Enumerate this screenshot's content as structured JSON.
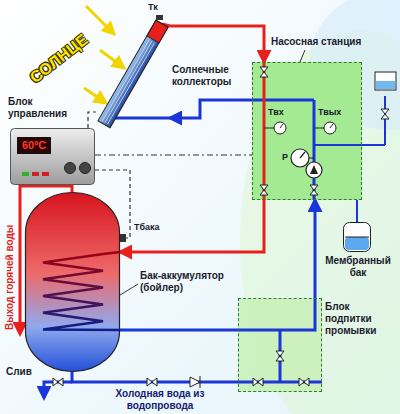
{
  "diagram": {
    "nodes": [
      {
        "text": [
          "Солнечные коллекторы"
        ]
      },
      {
        "text": [
          "Блок управления",
          "60ºC"
        ]
      },
      {
        "text": [
          "Насосная станция"
        ]
      },
      {
        "text": [
          "Бак-аккумулятор (бойлер)"
        ]
      },
      {
        "text": [
          "Мембранный бак"
        ]
      },
      {
        "text": [
          "Блок подпитки промывки"
        ]
      }
    ],
    "edges": [
      {
        "from": 0,
        "to": 2,
        "arrow": "to"
      },
      {
        "from": 2,
        "to": 0,
        "arrow": "to"
      },
      {
        "from": 2,
        "to": 3,
        "arrow": "to"
      },
      {
        "from": 3,
        "to": 5,
        "arrow": "none"
      },
      {
        "from": 5,
        "to": 2,
        "arrow": "to"
      },
      {
        "from": 2,
        "to": 4,
        "arrow": "none"
      },
      {
        "from": 1,
        "to": 0,
        "arrow": "none"
      },
      {
        "from": 1,
        "to": 3,
        "arrow": "none"
      },
      {
        "from": 1,
        "to": 2,
        "arrow": "none"
      }
    ],
    "labels": [
      "СОЛНЦЕ",
      "Тк",
      "Выход горячей воды",
      "Тбака",
      "Твх",
      "Твых",
      "Р",
      "Слив",
      "Холодная вода из водопровода"
    ]
  }
}
